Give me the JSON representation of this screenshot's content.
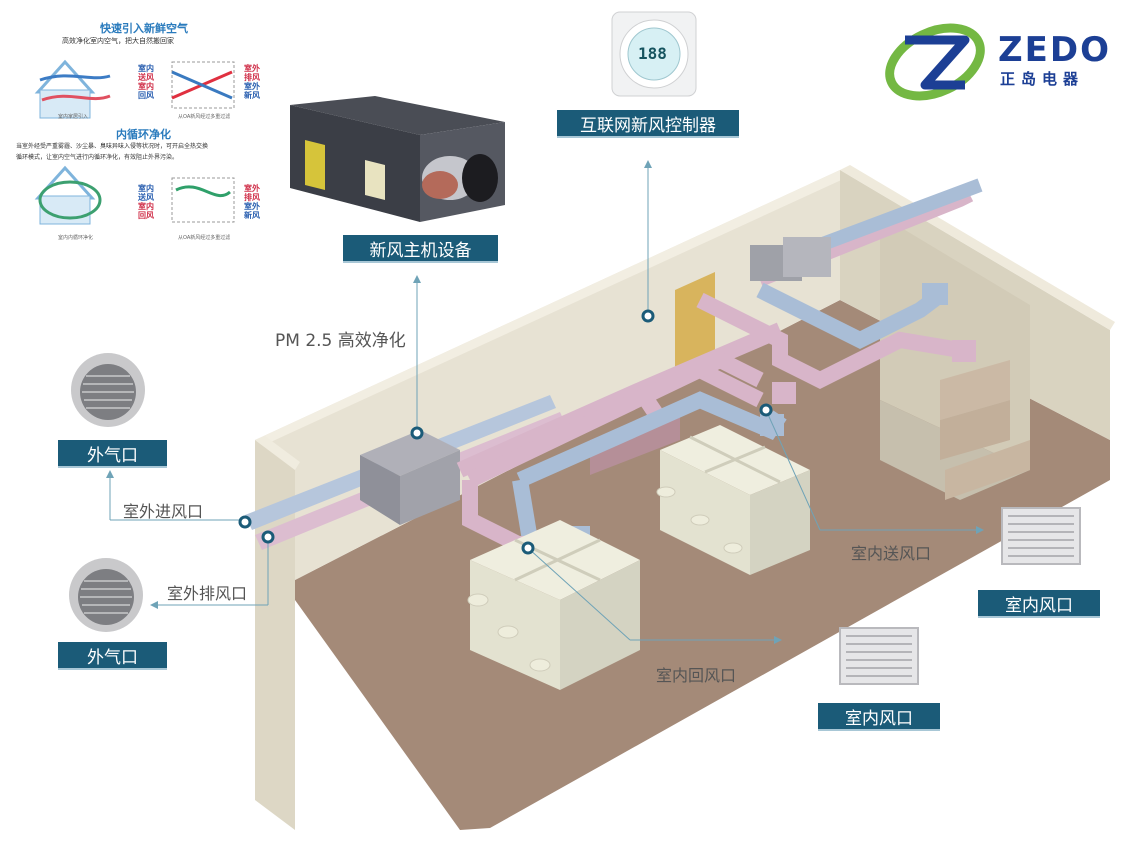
{
  "brand": {
    "name": "ZEDO",
    "cn": "正岛电器",
    "colors": {
      "blue": "#1c3f95",
      "green": "#74b843"
    }
  },
  "info_panel": {
    "fresh_title": "快速引入新鲜空气",
    "fresh_sub": "高效净化室内空气，把大自然搬回家",
    "fresh_flows_left": [
      "室内",
      "送风",
      "室内",
      "回风"
    ],
    "fresh_flows_right": [
      "室外",
      "排风",
      "室外",
      "新风"
    ],
    "fresh_cap_left": "室内家居引入",
    "fresh_cap_right": "从OA新风经过多重过滤",
    "recirc_title": "内循环净化",
    "recirc_text_1": "当室外经受严重雾霾、沙尘暴、臭味异味入侵等状况时，可开启全热交换",
    "recirc_text_2": "循环模式，让室内空气进行内循环净化，有效阻止外界污染。",
    "recirc_flows_left": [
      "室内",
      "送风",
      "室内",
      "回风"
    ],
    "recirc_flows_right": [
      "室外",
      "排风",
      "室外",
      "新风"
    ],
    "recirc_cap_left": "室内内循环净化",
    "recirc_cap_right": "从OA新风经过多重过滤"
  },
  "controller": {
    "display": "188"
  },
  "labels": {
    "controller": "互联网新风控制器",
    "main_unit": "新风主机设备",
    "pm25": "PM 2.5 高效净化",
    "outdoor_vent_top": "外气口",
    "outdoor_intake": "室外进风口",
    "outdoor_exhaust": "室外排风口",
    "outdoor_vent_bottom": "外气口",
    "indoor_supply": "室内送风口",
    "indoor_vent_right": "室内风口",
    "indoor_return": "室内回风口",
    "indoor_vent_bottom": "室内风口"
  },
  "colors": {
    "tag_bg": "#1b5b78",
    "duct_pink": "#d8b5c9",
    "duct_blue": "#a9bdd6",
    "floor": "#a48a78",
    "wall": "#e4dfcf"
  }
}
